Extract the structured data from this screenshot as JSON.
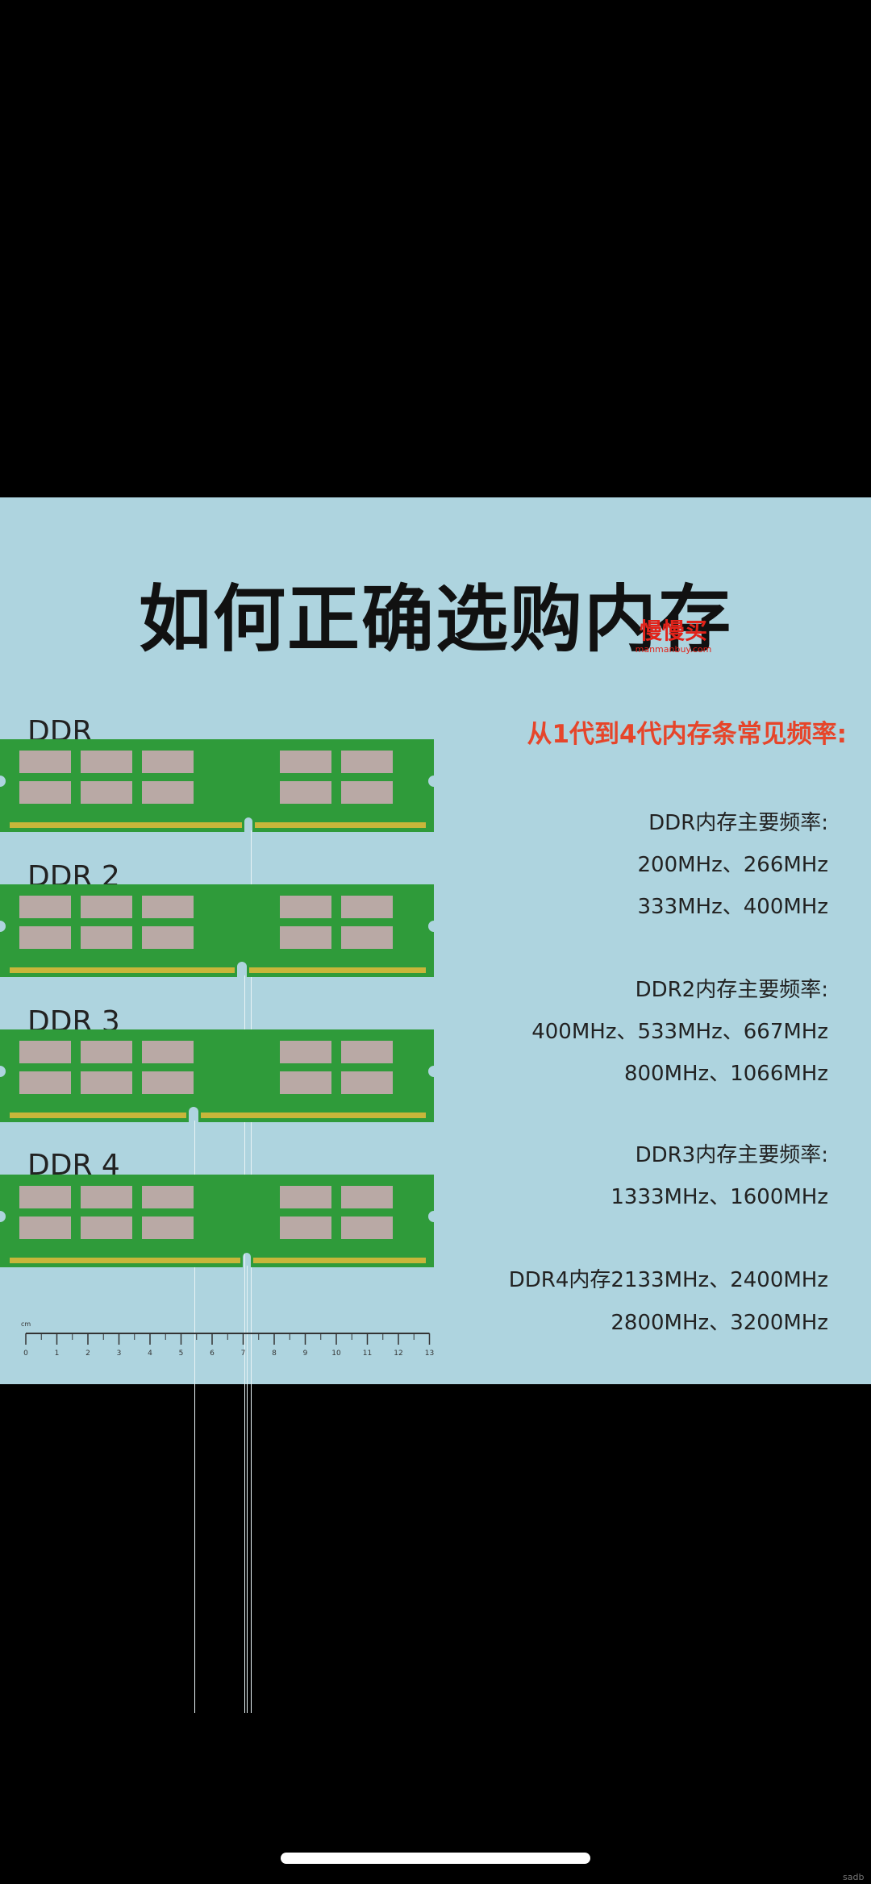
{
  "title": "如何正确选购内存",
  "logo": {
    "name": "慢慢买",
    "url": "manmanbuy.com"
  },
  "modules": [
    {
      "label": "DDR"
    },
    {
      "label": "DDR 2"
    },
    {
      "label": "DDR 3"
    },
    {
      "label": "DDR 4"
    }
  ],
  "subtitle": "从1代到4代内存条常见频率:",
  "frequencies": {
    "ddr_heading": "DDR内存主要频率:",
    "ddr_line1": "200MHz、266MHz",
    "ddr_line2": "333MHz、400MHz",
    "ddr2_heading": "DDR2内存主要频率:",
    "ddr2_line1": "400MHz、533MHz、667MHz",
    "ddr2_line2": "800MHz、1066MHz",
    "ddr3_heading": "DDR3内存主要频率:",
    "ddr3_line1": "1333MHz、1600MHz",
    "ddr4_line1": "DDR4内存2133MHz、2400MHz",
    "ddr4_line2": "2800MHz、3200MHz"
  },
  "ruler": {
    "unit": "cm",
    "labels": [
      "0",
      "1",
      "2",
      "3",
      "4",
      "5",
      "6",
      "7",
      "8",
      "9",
      "10",
      "11",
      "12",
      "13"
    ]
  },
  "colors": {
    "background": "#aed4df",
    "pcb": "#2f9b3a",
    "chip": "#b9a9a5",
    "gold": "#c8b63a",
    "accent": "#e6452a",
    "logo": "#e2231a"
  },
  "corner_mark": "sadb"
}
